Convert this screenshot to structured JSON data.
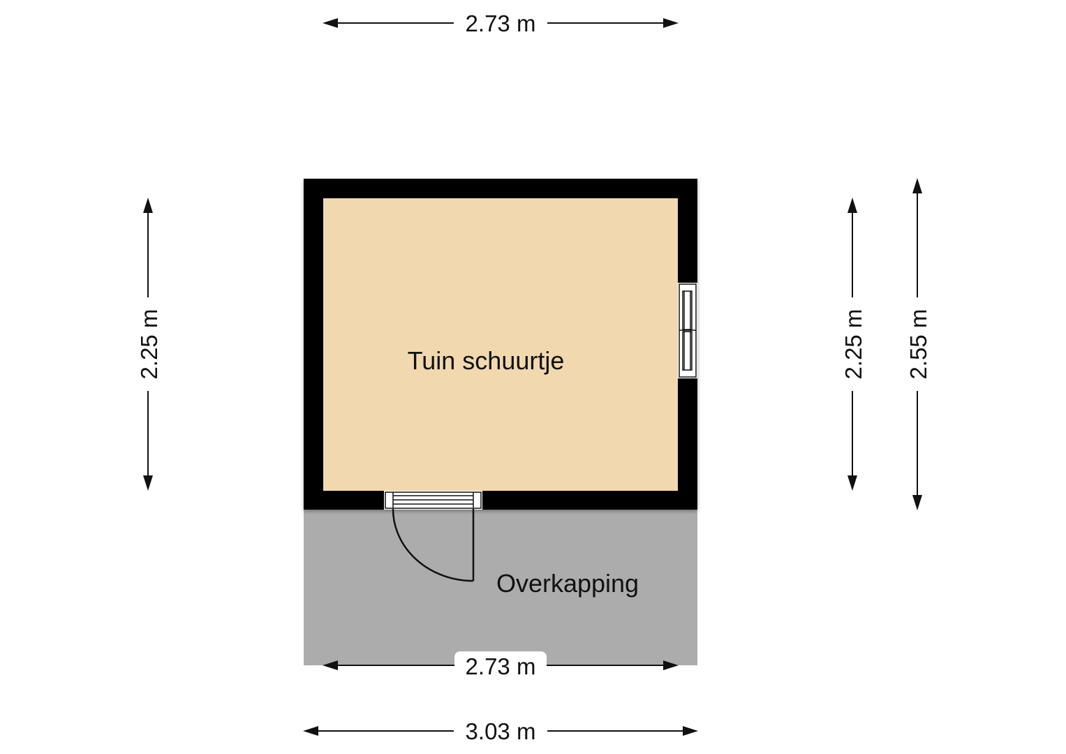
{
  "rooms": {
    "shed": {
      "label": "Tuin schuurtje",
      "floor_color": "#f1d8ae"
    },
    "canopy": {
      "label": "Overkapping",
      "floor_color": "#acacac"
    }
  },
  "wall_color": "#000000",
  "dimensions": {
    "top_width": "2.73 m",
    "inner_bottom_width": "2.73 m",
    "outer_bottom_width": "3.03 m",
    "left_height": "2.25 m",
    "right_inner_height": "2.25 m",
    "right_outer_height": "2.55 m"
  }
}
